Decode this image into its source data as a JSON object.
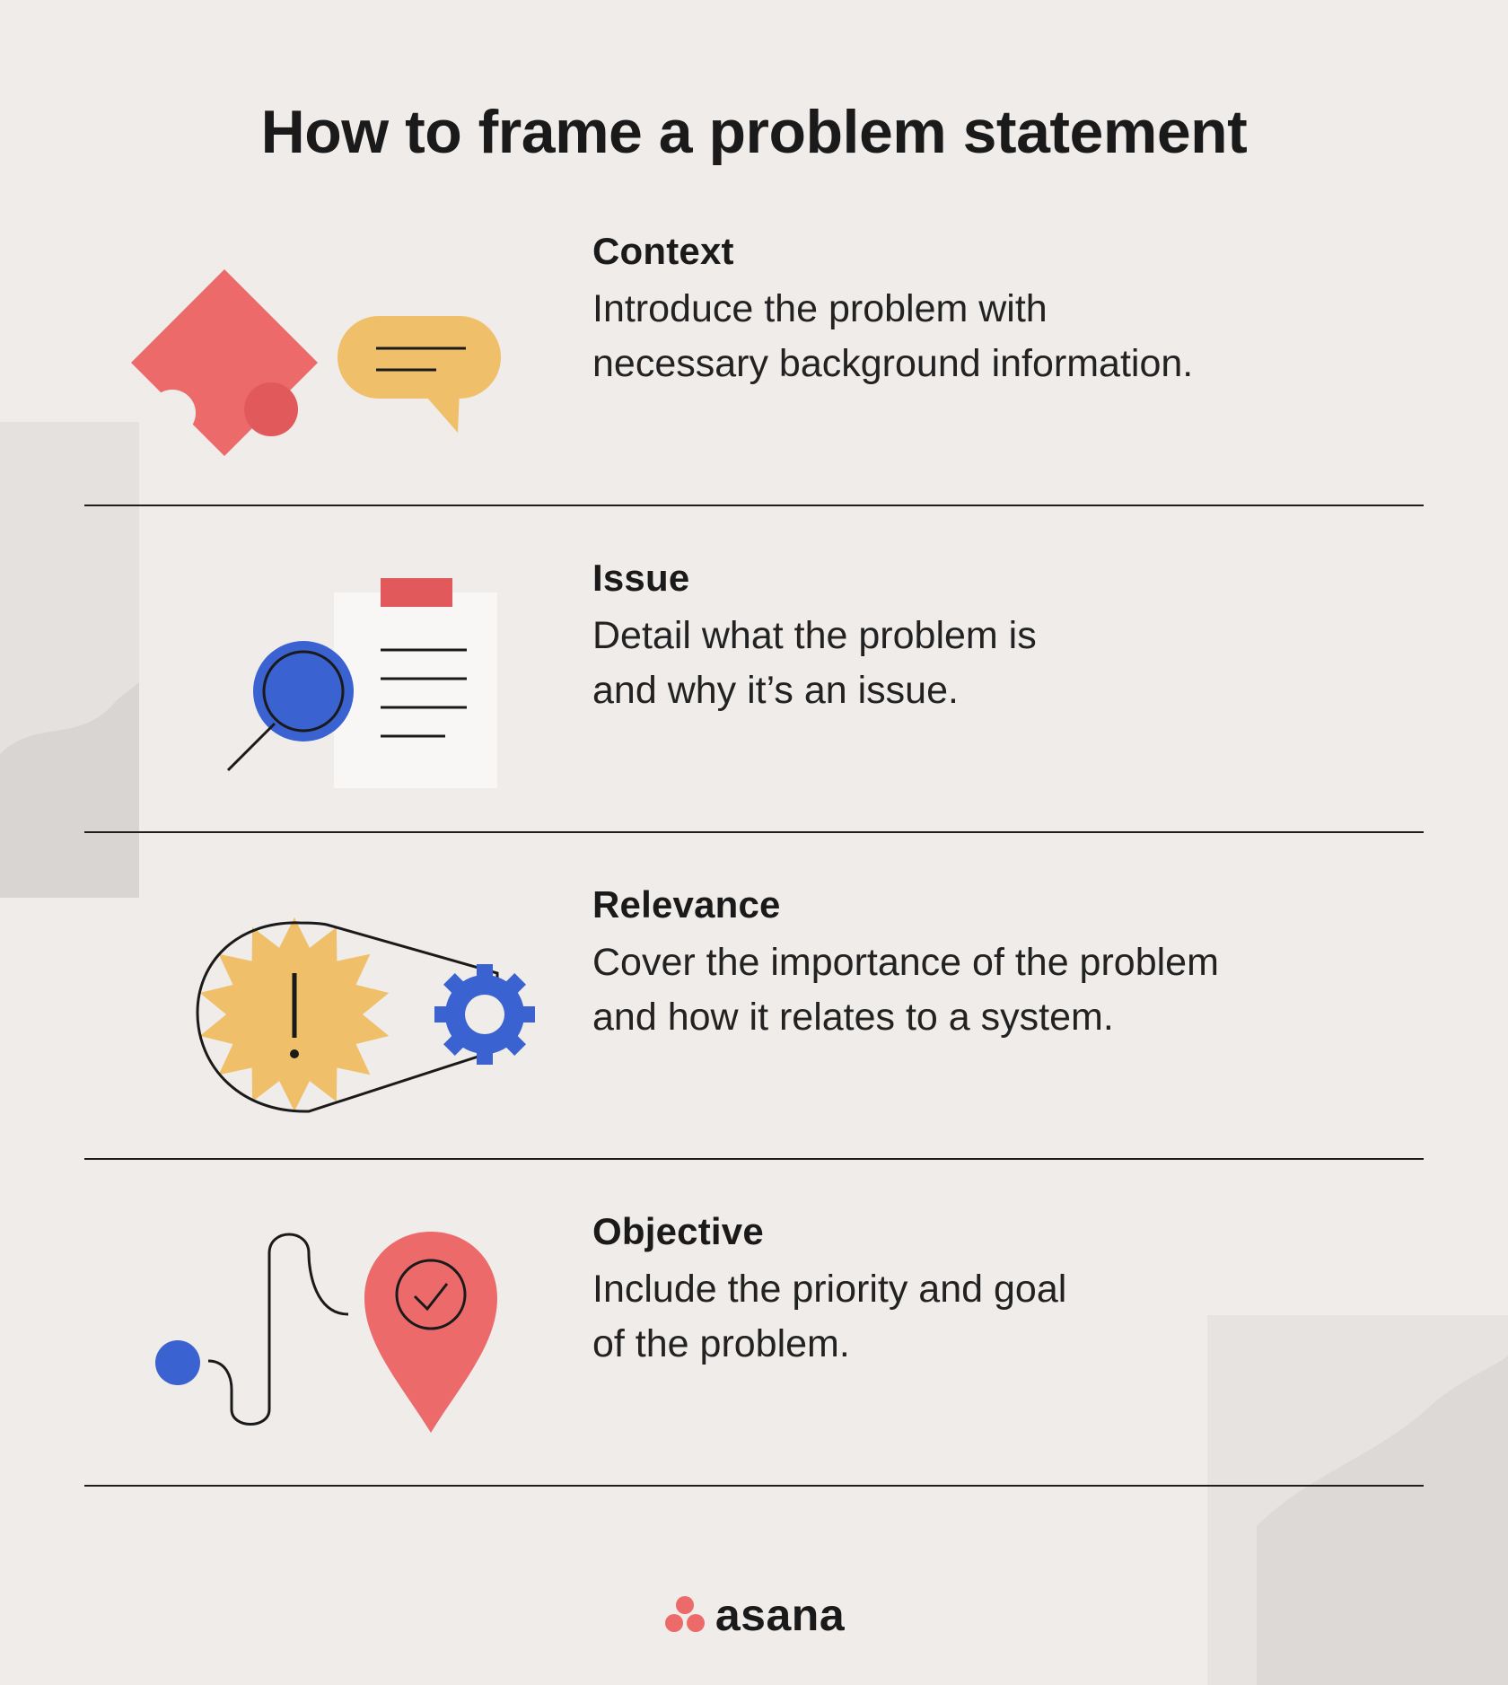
{
  "title": "How to frame a problem statement",
  "sections": [
    {
      "heading": "Context",
      "body_lines": [
        "Introduce the problem with",
        "necessary background information."
      ],
      "icons": [
        "puzzle-piece-icon",
        "speech-bubble-icon"
      ]
    },
    {
      "heading": "Issue",
      "body_lines": [
        "Detail what the problem is",
        "and why it’s an issue."
      ],
      "icons": [
        "magnifying-glass-icon",
        "clipboard-document-icon"
      ]
    },
    {
      "heading": "Relevance",
      "body_lines": [
        "Cover the importance of the problem",
        "and how it relates to a system."
      ],
      "icons": [
        "warning-burst-icon",
        "gear-icon"
      ]
    },
    {
      "heading": "Objective",
      "body_lines": [
        "Include the priority and goal",
        "of the problem."
      ],
      "icons": [
        "path-dot-icon",
        "location-pin-check-icon"
      ]
    }
  ],
  "brand": {
    "name": "asana"
  },
  "colors": {
    "background": "#efecea",
    "red": "#ec6a6a",
    "yellow": "#f0bf6a",
    "blue": "#3a62d0",
    "ink": "#1a1a1a",
    "paper": "#f8f7f5"
  }
}
